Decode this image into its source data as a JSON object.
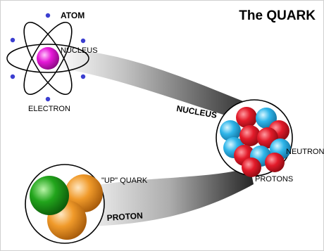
{
  "title": "The QUARK",
  "labels": {
    "atom": "ATOM",
    "nucleus_small": "NUCLEUS",
    "electron": "ELECTRON",
    "nucleus_big": "NUCLEUS",
    "neutron": "NEUTRON",
    "protons": "PROTONS",
    "up_quark": "\"UP\" QUARK",
    "proton": "PROTON"
  },
  "colors": {
    "proton": "#e31b2a",
    "neutron": "#2fb6ea",
    "nucleus_atom": "#e619d8",
    "quark_up_1": "#f09a2a",
    "quark_down": "#22a51c",
    "electron": "#3b3ed0"
  },
  "icons": [
    "atom-icon",
    "electron-icon",
    "proton-sphere",
    "neutron-sphere",
    "quark-sphere"
  ]
}
